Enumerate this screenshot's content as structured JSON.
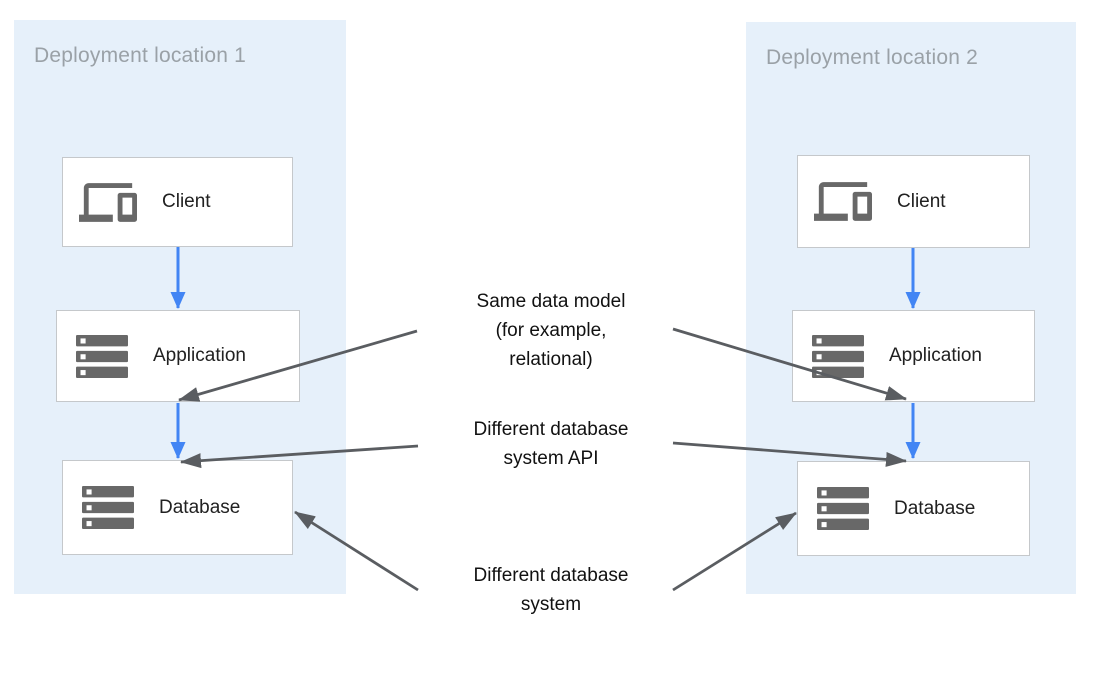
{
  "diagram": {
    "panels": [
      {
        "title": "Deployment location 1",
        "boxes": [
          {
            "label": "Client",
            "icon": "devices-icon"
          },
          {
            "label": "Application",
            "icon": "server-stack-icon"
          },
          {
            "label": "Database",
            "icon": "server-stack-icon"
          }
        ]
      },
      {
        "title": "Deployment location 2",
        "boxes": [
          {
            "label": "Client",
            "icon": "devices-icon"
          },
          {
            "label": "Application",
            "icon": "server-stack-icon"
          },
          {
            "label": "Database",
            "icon": "server-stack-icon"
          }
        ]
      }
    ],
    "annotations": [
      {
        "text": "Same data model\n(for example,\nrelational)"
      },
      {
        "text": "Different database\nsystem API"
      },
      {
        "text": "Different database\nsystem"
      }
    ],
    "colors": {
      "panel_background": "#e6f0fa",
      "flow_arrow_blue": "#4285f4",
      "annotation_arrow_gray": "#5a5d61",
      "box_border": "#c5c8cb",
      "icon_gray": "#686868",
      "panel_title_gray": "#9aa1a7",
      "node_label_text": "#212121",
      "annotation_text": "#111111"
    }
  }
}
